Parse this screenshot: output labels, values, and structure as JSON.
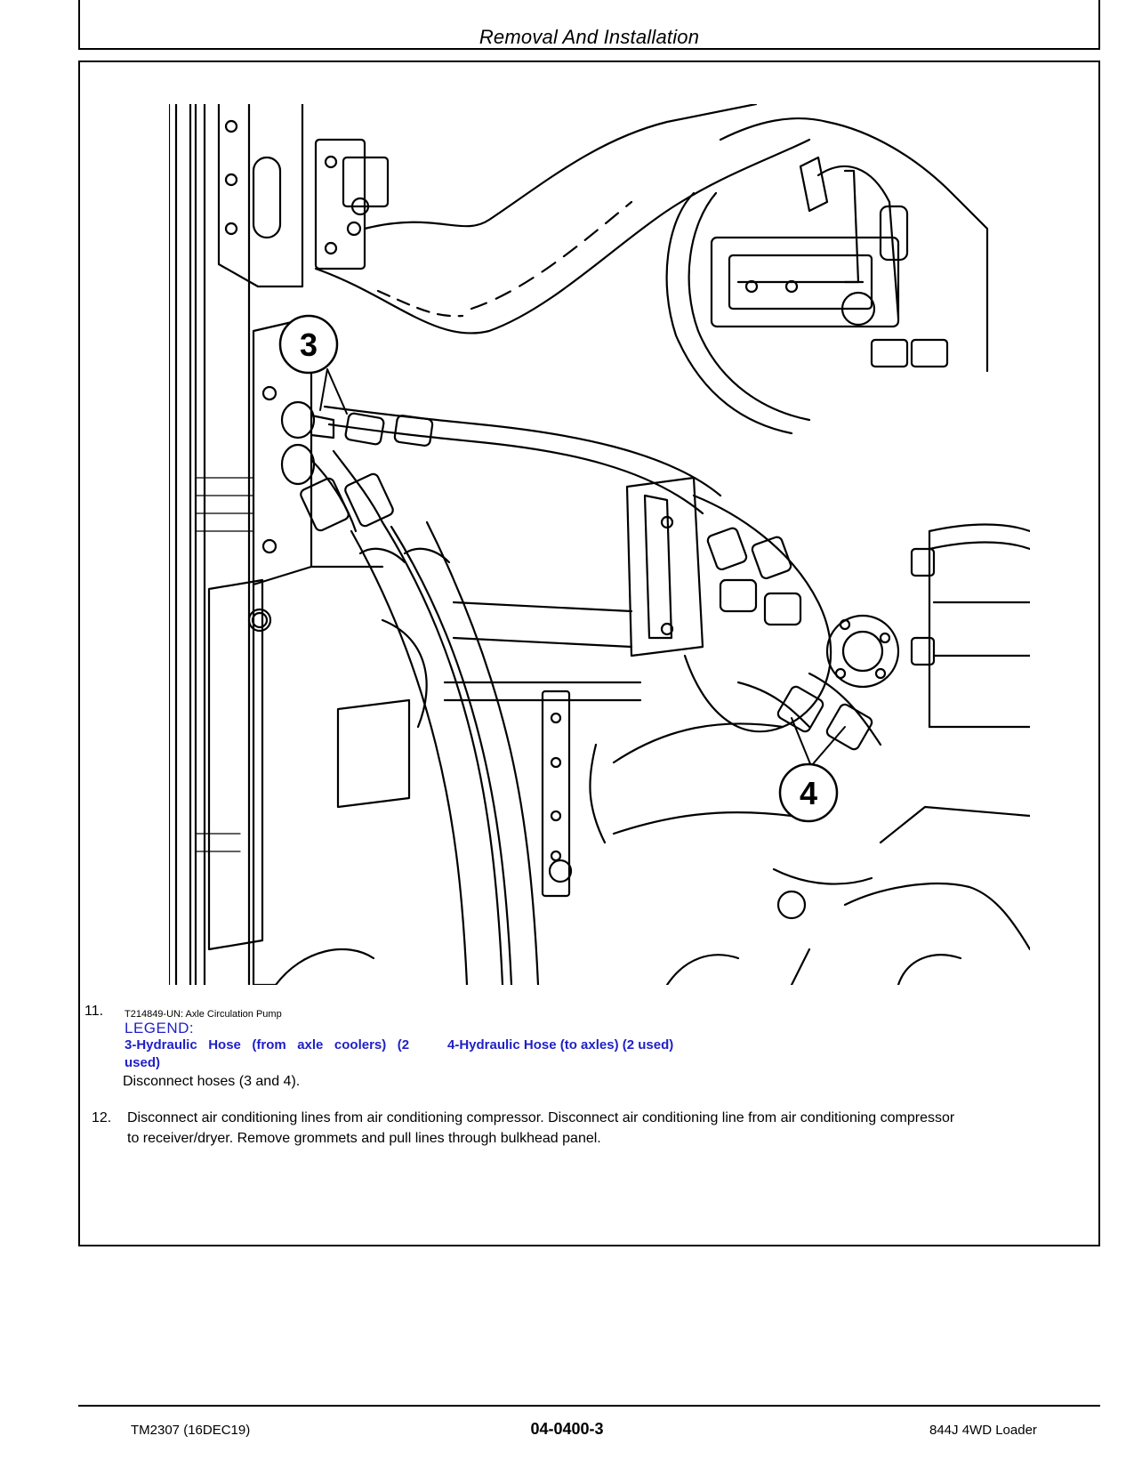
{
  "header": {
    "section_title": "Removal And Installation"
  },
  "figure": {
    "callouts": [
      "3",
      "4"
    ]
  },
  "step11": {
    "number": "11.",
    "caption": "T214849-UN: Axle Circulation Pump",
    "legend_title": "LEGEND:",
    "legend": [
      {
        "line1": "3-Hydraulic   Hose   (from   axle   coolers)   (2",
        "line2": "used)"
      },
      {
        "line1": "4-Hydraulic Hose (to axles) (2 used)"
      }
    ],
    "instruction": "Disconnect hoses (3 and 4)."
  },
  "step12": {
    "number": "12.",
    "line1": "Disconnect air conditioning lines from air conditioning compressor. Disconnect air conditioning line from air conditioning compressor",
    "line2": "to receiver/dryer. Remove grommets and pull lines through bulkhead panel."
  },
  "footer": {
    "manual": "TM2307 (16DEC19)",
    "page": "04-0400-3",
    "model": "844J 4WD Loader"
  }
}
